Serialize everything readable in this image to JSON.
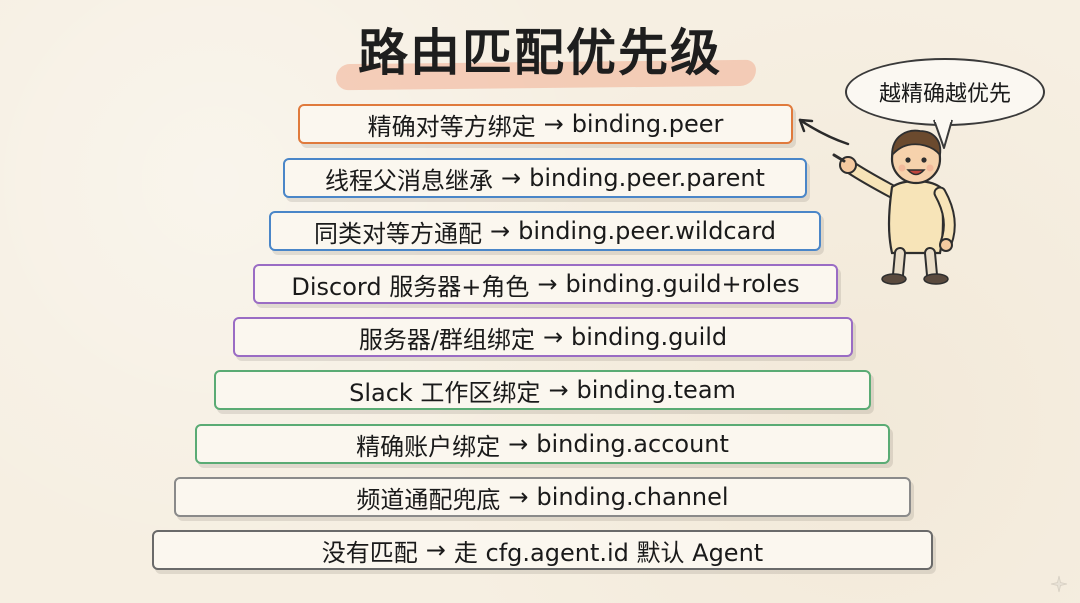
{
  "title": "路由匹配优先级",
  "speech_bubble": "越精确越优先",
  "steps": [
    {
      "label": "精确对等方绑定",
      "arrow": "→",
      "value": "binding.peer",
      "color": "#e07a3c"
    },
    {
      "label": "线程父消息继承",
      "arrow": "→",
      "value": "binding.peer.parent",
      "color": "#4a86c8"
    },
    {
      "label": "同类对等方通配",
      "arrow": "→",
      "value": "binding.peer.wildcard",
      "color": "#4a86c8"
    },
    {
      "label": "Discord 服务器+角色",
      "arrow": "→",
      "value": "binding.guild+roles",
      "color": "#9a6cc4"
    },
    {
      "label": "服务器/群组绑定",
      "arrow": "→",
      "value": "binding.guild",
      "color": "#9a6cc4"
    },
    {
      "label": "Slack 工作区绑定",
      "arrow": "→",
      "value": "binding.team",
      "color": "#5aab74"
    },
    {
      "label": "精确账户绑定",
      "arrow": "→",
      "value": "binding.account",
      "color": "#5aab74"
    },
    {
      "label": "频道通配兜底",
      "arrow": "→",
      "value": "binding.channel",
      "color": "#8a8a8a"
    },
    {
      "label": "没有匹配",
      "arrow": "→",
      "value": "走 cfg.agent.id 默认 Agent",
      "color": "#6a6a6a"
    }
  ]
}
